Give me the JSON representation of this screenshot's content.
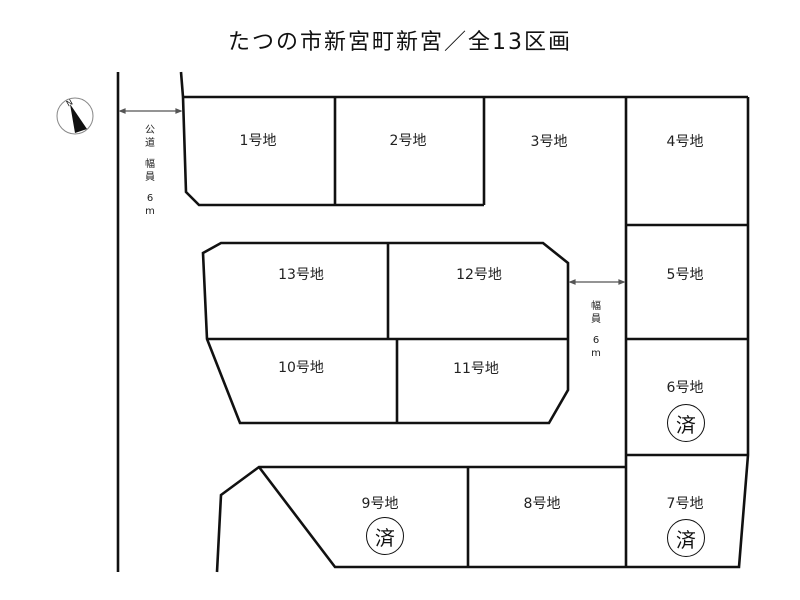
{
  "title": "たつの市新宮町新宮／全13区画",
  "compass": {
    "label": "N",
    "icon": "north-arrow-icon"
  },
  "roads": {
    "west": {
      "lines": [
        "公",
        "道",
        "",
        "幅",
        "員",
        "",
        "6",
        "m"
      ],
      "description": "公道 幅員 6m"
    },
    "internal": {
      "lines": [
        "幅",
        "員",
        "",
        "6",
        "m"
      ],
      "description": "幅員 6m"
    }
  },
  "lots": [
    {
      "id": 1,
      "label": "1号地",
      "sold": false
    },
    {
      "id": 2,
      "label": "2号地",
      "sold": false
    },
    {
      "id": 3,
      "label": "3号地",
      "sold": false
    },
    {
      "id": 4,
      "label": "4号地",
      "sold": false
    },
    {
      "id": 5,
      "label": "5号地",
      "sold": false
    },
    {
      "id": 6,
      "label": "6号地",
      "sold": true
    },
    {
      "id": 7,
      "label": "7号地",
      "sold": true
    },
    {
      "id": 8,
      "label": "8号地",
      "sold": false
    },
    {
      "id": 9,
      "label": "9号地",
      "sold": true
    },
    {
      "id": 10,
      "label": "10号地",
      "sold": false
    },
    {
      "id": 11,
      "label": "11号地",
      "sold": false
    },
    {
      "id": 12,
      "label": "12号地",
      "sold": false
    },
    {
      "id": 13,
      "label": "13号地",
      "sold": false
    }
  ],
  "sold_mark": "済",
  "colors": {
    "line": "#111111",
    "dimension": "#555555",
    "background": "#ffffff"
  }
}
